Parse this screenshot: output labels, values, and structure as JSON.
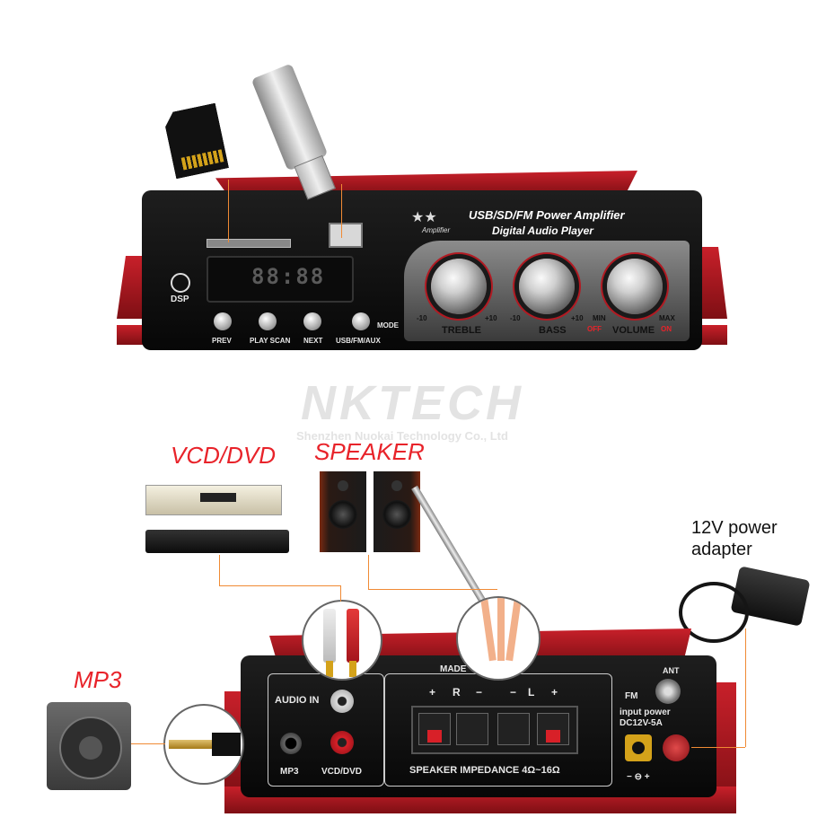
{
  "top_amp": {
    "header_line1": "USB/SD/FM Power Amplifier",
    "header_line2": "Digital Audio Player",
    "logo_text": "Amplifier",
    "dsp_label": "DSP",
    "display_digits": "88:88",
    "buttons": [
      "PREV",
      "PLAY SCAN",
      "NEXT",
      "USB/FM/AUX"
    ],
    "mode_label": "MODE",
    "knobs": [
      {
        "name": "TREBLE",
        "min": "-10",
        "max": "+10"
      },
      {
        "name": "BASS",
        "min": "-10",
        "max": "+10"
      },
      {
        "name": "VOLUME",
        "min": "MIN",
        "max": "MAX"
      }
    ],
    "off_label": "OFF",
    "on_label": "ON"
  },
  "watermark": {
    "brand": "NKTECH",
    "company": "Shenzhen Nuokai Technology Co., Ltd"
  },
  "labels": {
    "vcd_dvd": "VCD/DVD",
    "speaker": "SPEAKER",
    "power_adapter_line1": "12V power",
    "power_adapter_line2": "adapter",
    "mp3": "MP3"
  },
  "rear_amp": {
    "made_text": "MADE",
    "audio_in": "AUDIO IN",
    "mp3_jack": "MP3",
    "vcd_jack": "VCD/DVD",
    "channels": [
      "+",
      "R",
      "−",
      "−",
      "L",
      "+"
    ],
    "speaker_impedance": "SPEAKER IMPEDANCE  4Ω~16Ω",
    "fm": "FM",
    "ant": "ANT",
    "input_power": "input power",
    "dc_rating": "DC12V-5A",
    "polarity": "− ⊖ +"
  },
  "colors": {
    "accent_red": "#e8232a",
    "chassis_red": "#b51922",
    "connector_line": "#f08a34"
  }
}
